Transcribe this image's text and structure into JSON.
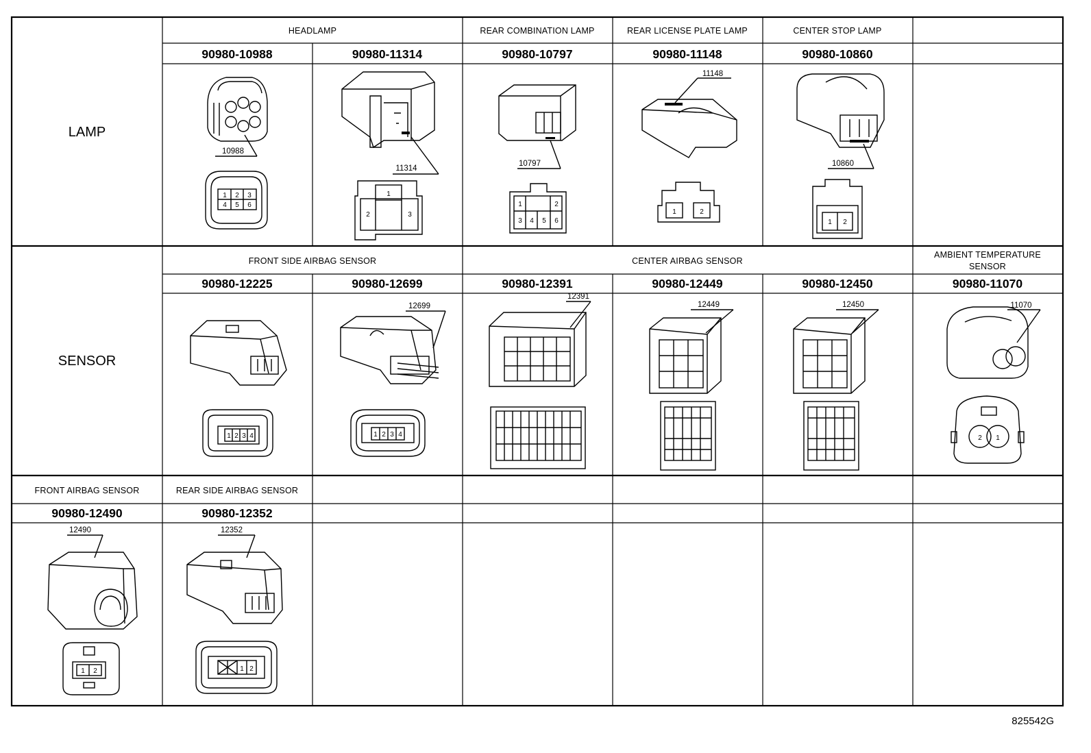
{
  "rows": [
    {
      "category": "LAMP",
      "headers": [
        "HEADLAMP",
        "REAR COMBINATION LAMP",
        "REAR LICENSE PLATE LAMP",
        "CENTER STOP LAMP"
      ],
      "parts": [
        "90980-10988",
        "90980-11314",
        "90980-10797",
        "90980-11148",
        "90980-10860"
      ],
      "callouts": [
        "10988",
        "11314",
        "10797",
        "11148",
        "10860"
      ]
    },
    {
      "category": "SENSOR",
      "headers": [
        "FRONT SIDE AIRBAG SENSOR",
        "CENTER AIRBAG SENSOR",
        "AMBIENT TEMPERATURE",
        "SENSOR"
      ],
      "parts": [
        "90980-12225",
        "90980-12699",
        "90980-12391",
        "90980-12449",
        "90980-12450",
        "90980-11070"
      ],
      "callouts": [
        "12699",
        "12391",
        "12449",
        "12450",
        "11070"
      ]
    },
    {
      "headers": [
        "FRONT AIRBAG SENSOR",
        "REAR SIDE AIRBAG SENSOR"
      ],
      "parts": [
        "90980-12490",
        "90980-12352"
      ],
      "callouts": [
        "12490",
        "12352"
      ]
    }
  ],
  "pins": {
    "p10988": [
      "1",
      "2",
      "3",
      "4",
      "5",
      "6"
    ],
    "p11314": [
      "1",
      "2",
      "3"
    ],
    "p10797": [
      "1",
      "2",
      "3",
      "4",
      "5",
      "6"
    ],
    "p11148": [
      "1",
      "2"
    ],
    "p10860": [
      "1",
      "2"
    ],
    "p1234": [
      "1",
      "2",
      "3",
      "4"
    ],
    "p11070": [
      "2",
      "1"
    ],
    "p12490": [
      "1",
      "2"
    ],
    "p12352": [
      "1",
      "2"
    ]
  },
  "figure_id": "825542G"
}
